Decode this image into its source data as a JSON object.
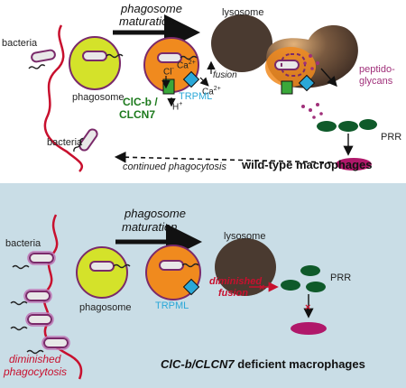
{
  "top": {
    "maturation_line1": "phagosome",
    "maturation_line2": "maturation",
    "bacteria": "bacteria",
    "phagosome": "phagosome",
    "lysosome": "lysosome",
    "cl": "Cl",
    "cl_sup": "-",
    "ca": "Ca",
    "ca_sup": "2+",
    "ca2": "Ca",
    "ca2_sup": "2+",
    "fusion": "fusion",
    "hplus": "H",
    "hplus_sup": "+",
    "clcb_line1": "ClC-b /",
    "clcb_line2": "CLCN7",
    "trpml": "TRPML",
    "peptido_line1": "peptido-",
    "peptido_line2": "glycans",
    "prr": "PRR",
    "bacteria_bottom": "bacteria",
    "continued": "continued phagocytosis",
    "panel_title": "wild-type macrophages"
  },
  "bottom": {
    "maturation_line1": "phagosome",
    "maturation_line2": "maturation",
    "bacteria": "bacteria",
    "phagosome": "phagosome",
    "lysosome": "lysosome",
    "trpml": "TRPML",
    "diminished_fusion_line1": "diminished",
    "diminished_fusion_line2": "fusion",
    "prr": "PRR",
    "diminished_phago_line1": "diminished",
    "diminished_phago_line2": "phagocytosis",
    "panel_title_italic": "ClC-b/CLCN7",
    "panel_title_rest": " deficient macrophages"
  },
  "colors": {
    "phagosome_fill": "#d4e22a",
    "orange": "#f08a1e",
    "lysosome": "#4a3a30",
    "membrane_red": "#c8102e",
    "bacteria_outline": "#7a2a6a",
    "green": "#3aa83a",
    "cyan": "#2aa8d8",
    "prr": "#0f5a2a",
    "magenta": "#b0186a",
    "bottom_bg": "#c9dde6"
  }
}
